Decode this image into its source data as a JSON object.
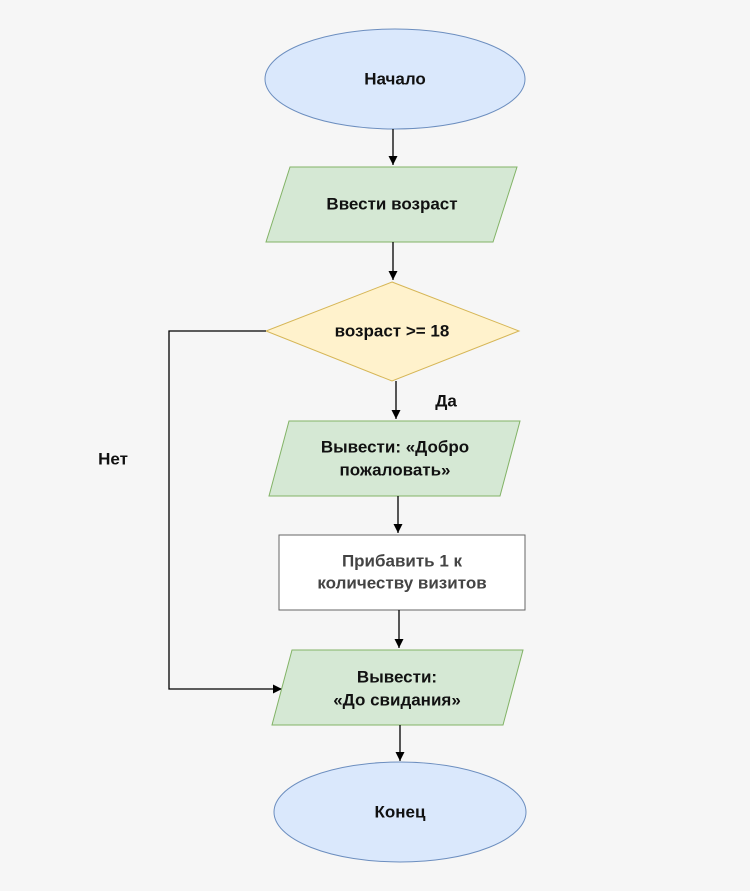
{
  "nodes": {
    "start": {
      "text": "Начало"
    },
    "input_age": {
      "text": "Ввести возраст"
    },
    "condition": {
      "text": "возраст >= 18"
    },
    "output_welcome": {
      "lines": [
        "Вывести: «Добро",
        "пожаловать»"
      ]
    },
    "process_visits": {
      "lines": [
        "Прибавить 1 к",
        "количеству визитов"
      ]
    },
    "output_goodbye": {
      "lines": [
        "Вывести:",
        "«До свидания»"
      ]
    },
    "end": {
      "text": "Конец"
    }
  },
  "edges": {
    "yes_label": "Да",
    "no_label": "Нет"
  },
  "colors": {
    "terminal_fill": "#dae8fc",
    "terminal_stroke": "#6c8ebf",
    "io_fill": "#d5e8d4",
    "io_stroke": "#82b366",
    "decision_fill": "#fff2cc",
    "decision_stroke": "#d6b656",
    "process_fill": "#ffffff",
    "process_stroke": "#666666",
    "line": "#000000"
  }
}
